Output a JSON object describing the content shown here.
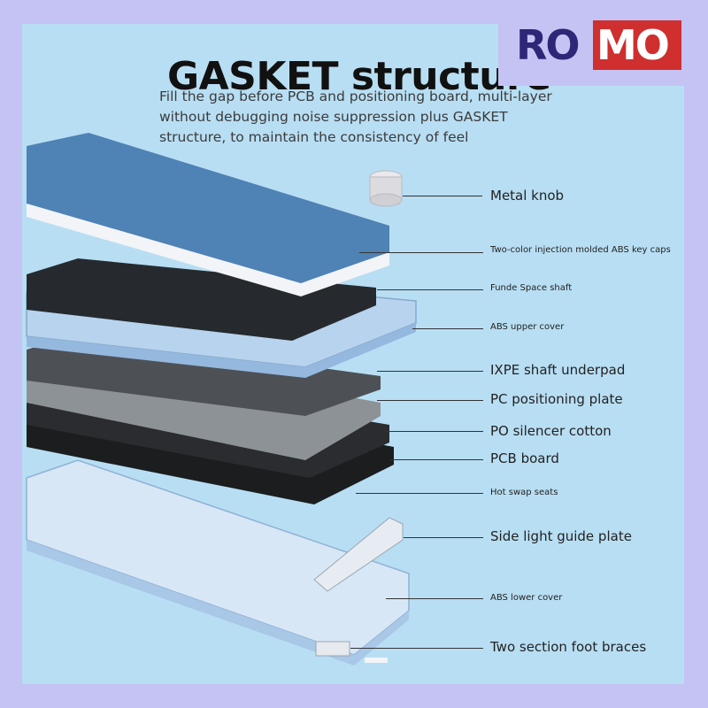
{
  "header": {
    "title": "GASKET structure",
    "subtitle": "Fill the gap before PCB and positioning board, multi-layer without debugging noise suppression plus GASKET structure, to maintain the consistency of feel"
  },
  "logo": {
    "part1": "RO",
    "part2": "MO"
  },
  "colors": {
    "background": "#c4c3f3",
    "panel": "#b8def3",
    "keycap_blue": "#4f82b5",
    "keycap_white": "#f2f4f7",
    "switch_cyan": "#3dc2d6",
    "logo_navy": "#2d2777",
    "logo_red": "#cf2f2f"
  },
  "labels": [
    {
      "text": "Metal knob"
    },
    {
      "text": "Two-color injection molded ABS key caps"
    },
    {
      "text": "Funde Space shaft"
    },
    {
      "text": "ABS upper cover"
    },
    {
      "text": "IXPE shaft underpad"
    },
    {
      "text": "PC positioning plate"
    },
    {
      "text": "PO silencer cotton"
    },
    {
      "text": "PCB board"
    },
    {
      "text": "Hot swap seats"
    },
    {
      "text": "Side light guide plate"
    },
    {
      "text": "ABS lower cover"
    },
    {
      "text": "Two section foot braces"
    }
  ]
}
